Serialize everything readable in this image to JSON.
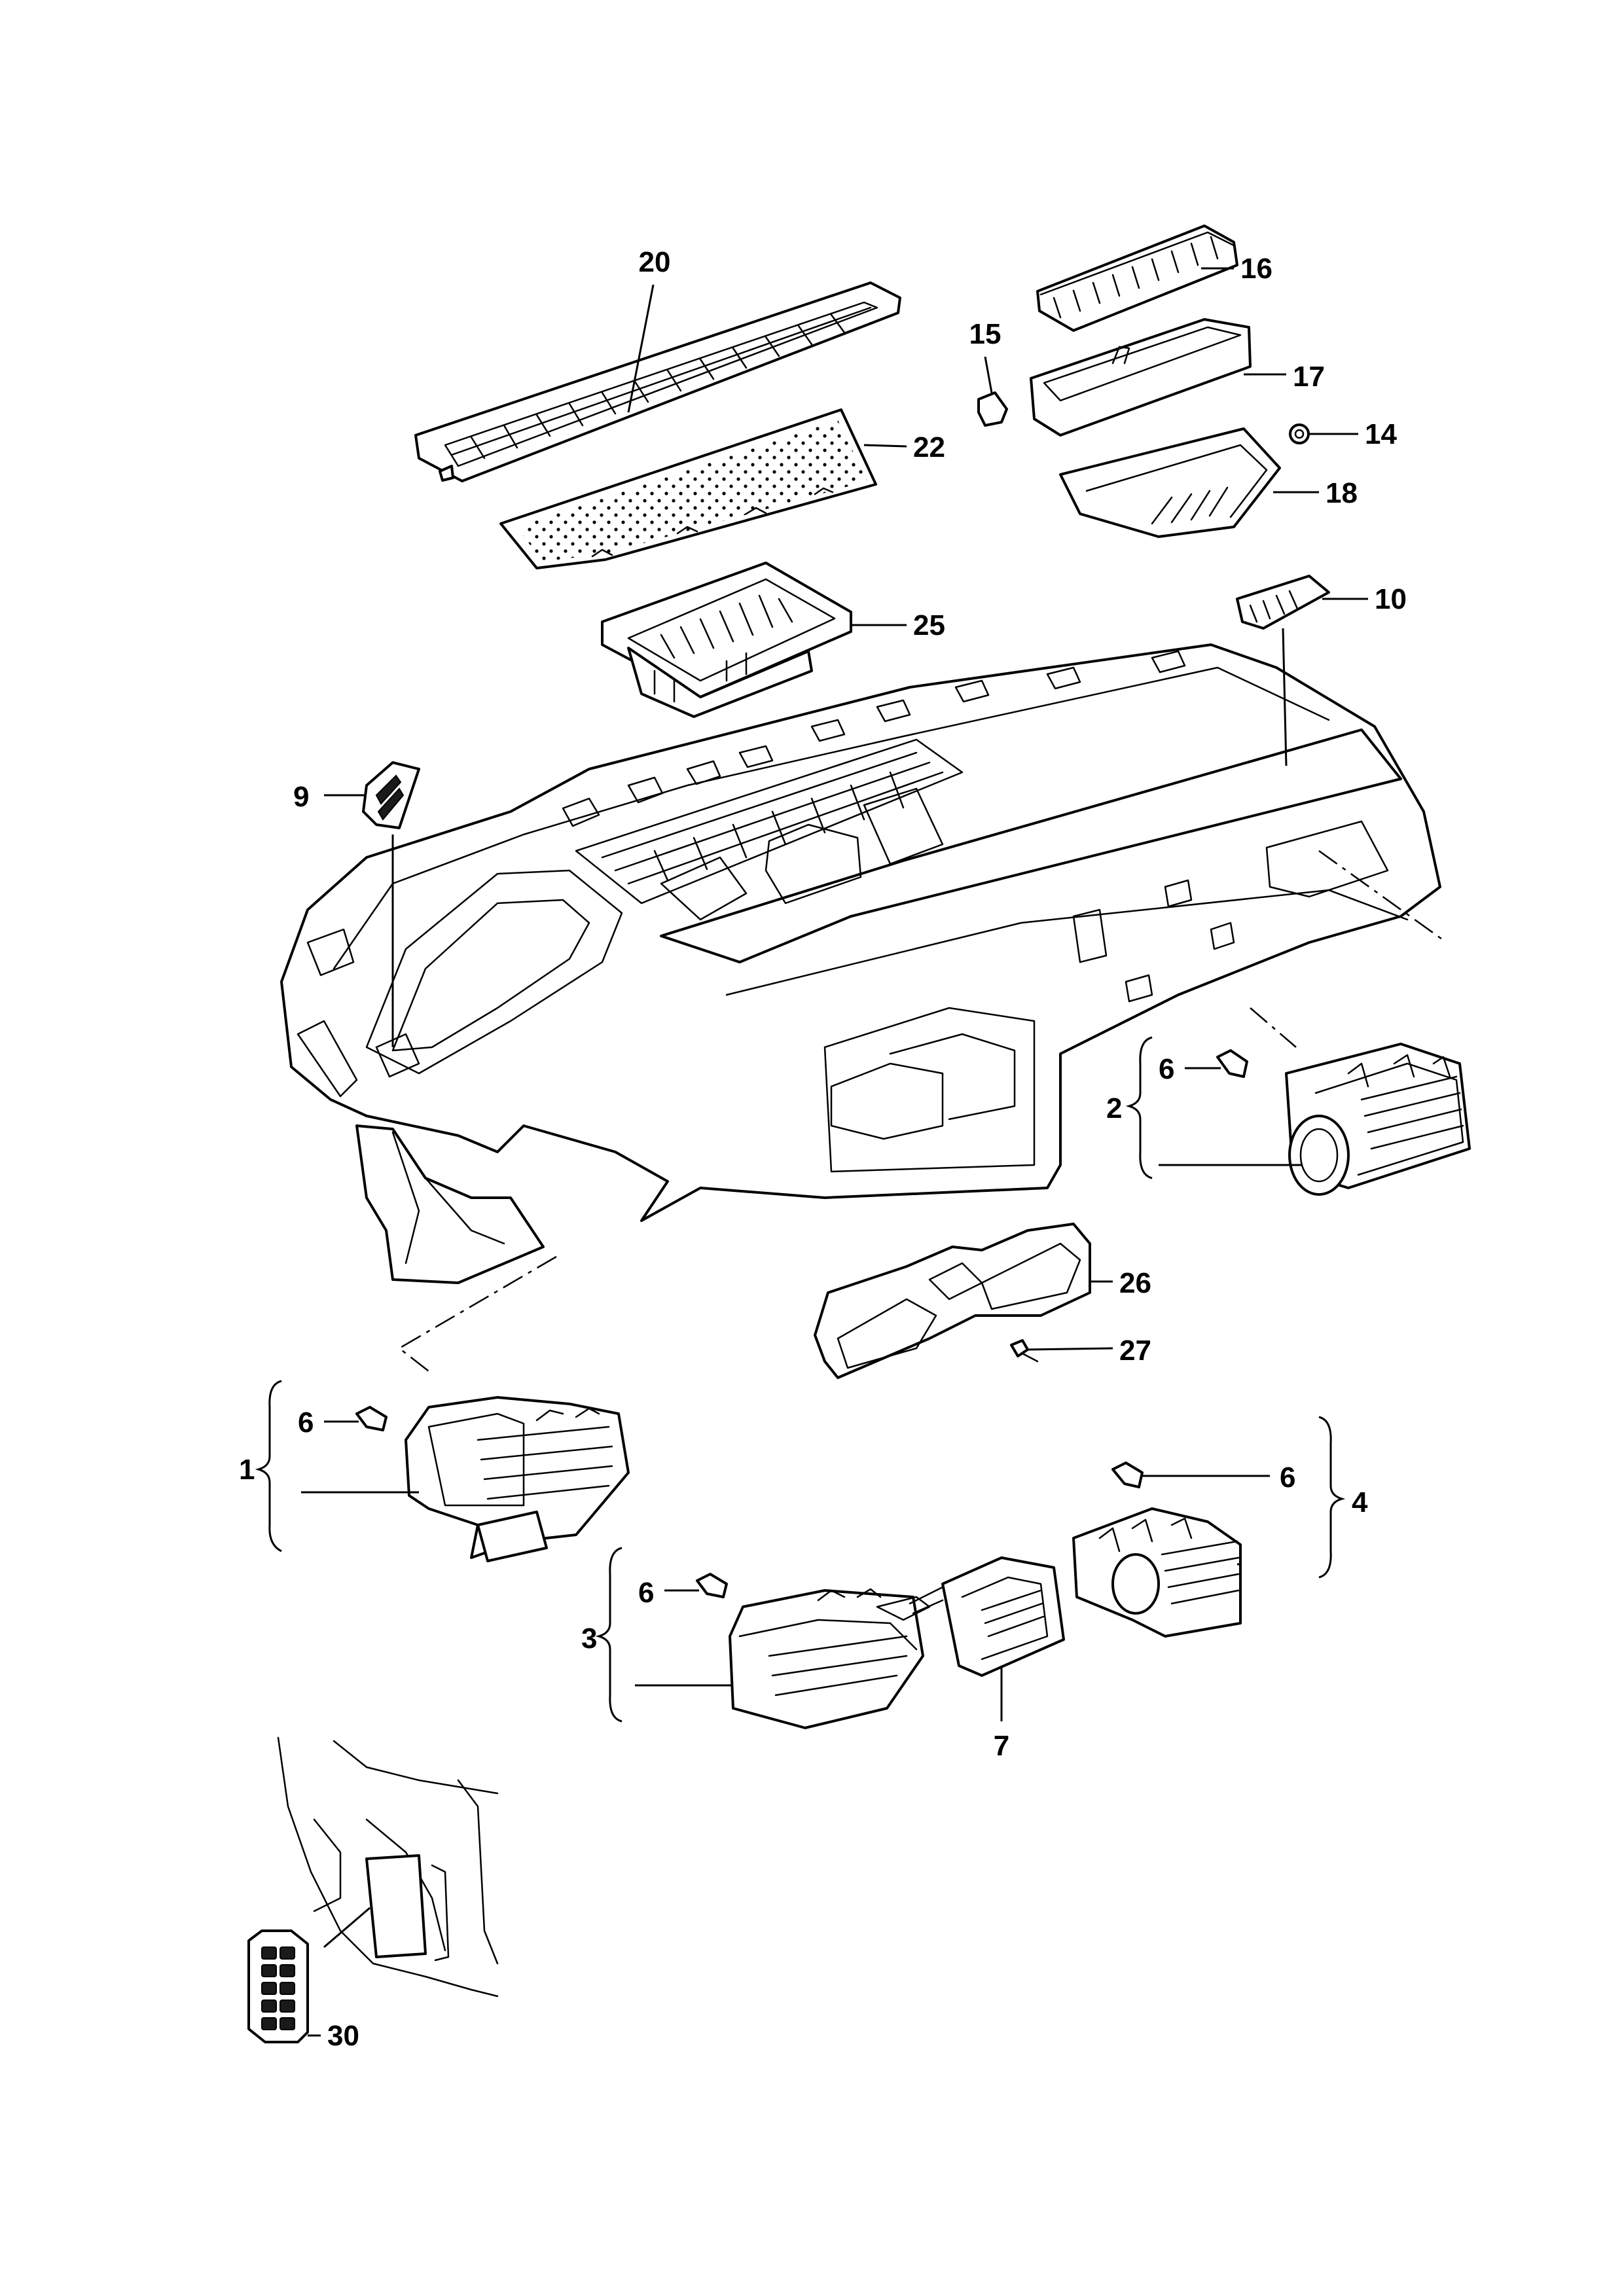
{
  "callouts": {
    "c1": "1",
    "c2": "2",
    "c3": "3",
    "c4": "4",
    "c6a": "6",
    "c6b": "6",
    "c6c": "6",
    "c6d": "6",
    "c7": "7",
    "c9": "9",
    "c10": "10",
    "c14": "14",
    "c15": "15",
    "c16": "16",
    "c17": "17",
    "c18": "18",
    "c20": "20",
    "c22": "22",
    "c25": "25",
    "c26": "26",
    "c27": "27",
    "c30": "30"
  }
}
